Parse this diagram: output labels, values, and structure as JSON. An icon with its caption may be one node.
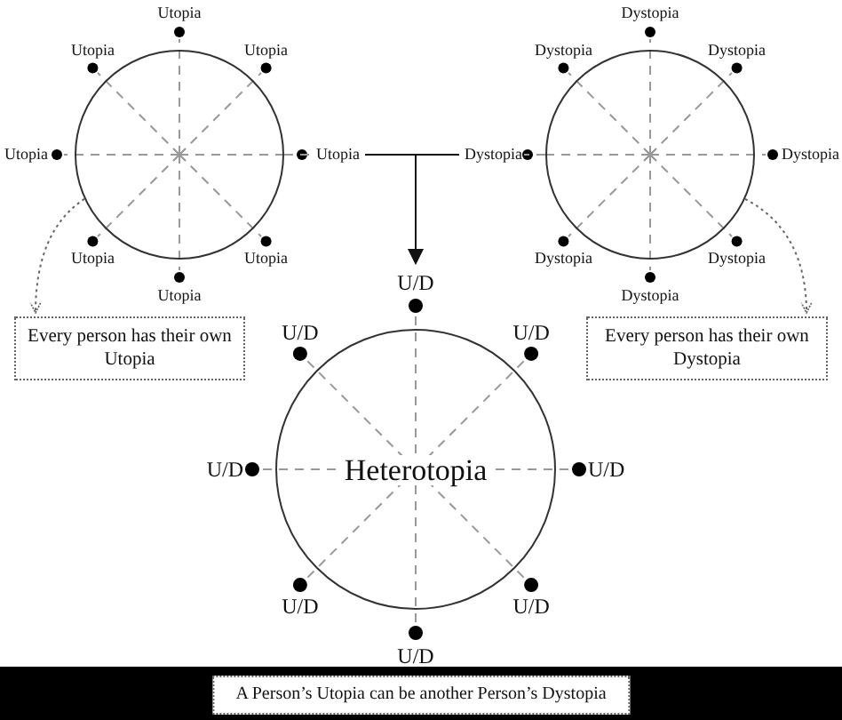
{
  "diagram": {
    "nodes": [
      {
        "text": [],
        "shape": "circle"
      },
      {
        "text": [
          "Utopia"
        ]
      },
      {
        "text": [
          "Dystopia"
        ]
      },
      {
        "text": [],
        "shape": "circle"
      },
      {
        "text": [
          "Heterotopia"
        ]
      },
      {
        "text": [
          "Every person has their own Utopia"
        ]
      },
      {
        "text": [
          "Every person has their own Dystopia"
        ]
      },
      {
        "text": [
          "A Person’s Utopia can be another Person’s Dystopia"
        ]
      }
    ],
    "edges": [
      {
        "from": 0,
        "to": 1,
        "arrow": "none",
        "style": "dashed",
        "color": "#999999"
      },
      {
        "from": 3,
        "to": 2,
        "arrow": "none",
        "style": "dashed",
        "color": "#999999"
      },
      {
        "from": 1,
        "to": 4,
        "arrow": "to",
        "color": "#111111"
      },
      {
        "from": 2,
        "to": 4,
        "arrow": "to",
        "color": "#111111"
      },
      {
        "from": 0,
        "to": 5,
        "arrow": "to",
        "style": "dashed",
        "color": "#666666"
      },
      {
        "from": 3,
        "to": 6,
        "arrow": "to",
        "style": "dashed",
        "color": "#666666"
      }
    ],
    "labels": [
      "Utopia",
      "Utopia",
      "Utopia",
      "Utopia",
      "Utopia",
      "Utopia",
      "Utopia",
      "Dystopia",
      "Dystopia",
      "Dystopia",
      "Dystopia",
      "Dystopia",
      "Dystopia",
      "Dystopia",
      "U/D",
      "U/D",
      "U/D",
      "U/D",
      "U/D",
      "U/D",
      "U/D",
      "U/D"
    ]
  }
}
